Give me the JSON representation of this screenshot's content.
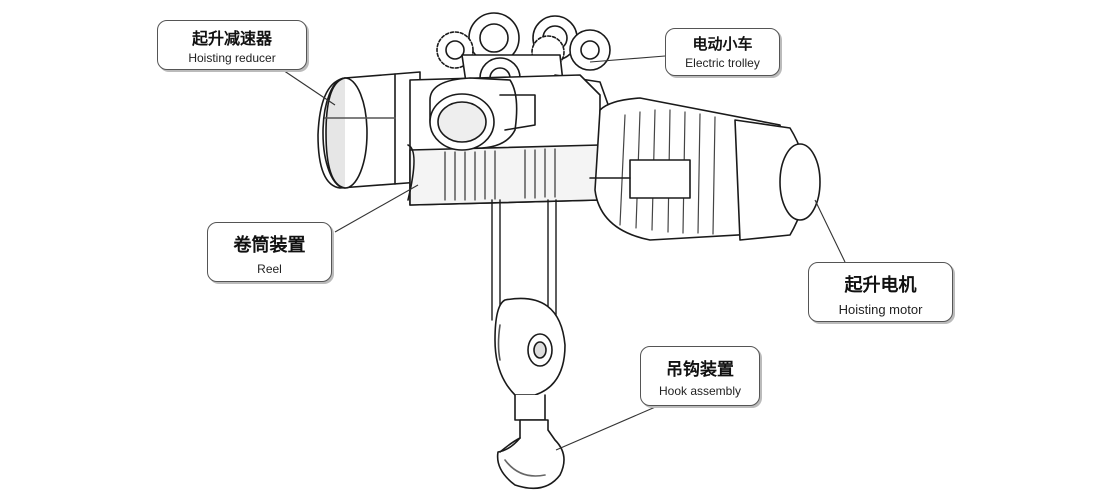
{
  "labels": {
    "hoisting_reducer": {
      "cn": "起升减速器",
      "en": "Hoisting reducer"
    },
    "electric_trolley": {
      "cn": "电动小车",
      "en": "Electric trolley"
    },
    "reel": {
      "cn": "卷筒装置",
      "en": "Reel"
    },
    "hoisting_motor": {
      "cn": "起升电机",
      "en": "Hoisting motor"
    },
    "hook_assembly": {
      "cn": "吊钩装置",
      "en": "Hook assembly"
    }
  },
  "colors": {
    "line": "#1a1a1a",
    "leader": "#333333",
    "shade": "#dcdcdc"
  }
}
